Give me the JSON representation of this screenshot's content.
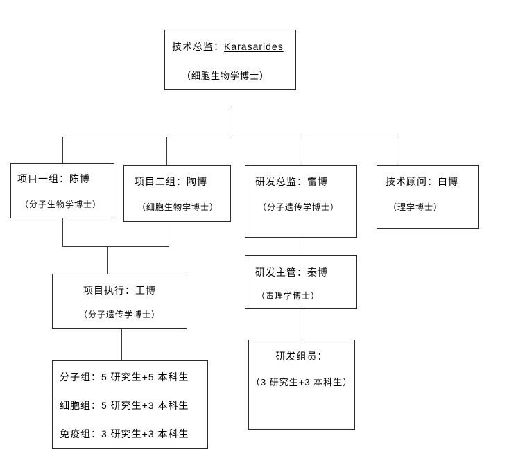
{
  "diagram": {
    "root": {
      "title_prefix": "技术总监：",
      "title_name": "Karasarides",
      "subtitle": "（细胞生物学博士）"
    },
    "level2": [
      {
        "title": "项目一组：陈博",
        "subtitle": "（分子生物学博士）"
      },
      {
        "title": "项目二组：陶博",
        "subtitle": "（细胞生物学博士）"
      },
      {
        "title": "研发总监：雷博",
        "subtitle": "（分子遗传学博士）"
      },
      {
        "title": "技术顾问：白博",
        "subtitle": "（理学博士）"
      }
    ],
    "project_exec": {
      "title": "项目执行：王博",
      "subtitle": "（分子遗传学博士）"
    },
    "teams": {
      "lines": [
        "分子组：5 研究生+5 本科生",
        "细胞组：5 研究生+3 本科生",
        "免疫组：3 研究生+3 本科生"
      ]
    },
    "rd_supervisor": {
      "title": "研发主管：秦博",
      "subtitle": "（毒理学博士）"
    },
    "rd_members": {
      "title": "研发组员：",
      "subtitle": "（3 研究生+3 本科生）"
    }
  },
  "colors": {
    "background": "#ffffff",
    "border": "#2b2b2b",
    "text": "#000000",
    "connector": "#3a3a3a"
  }
}
